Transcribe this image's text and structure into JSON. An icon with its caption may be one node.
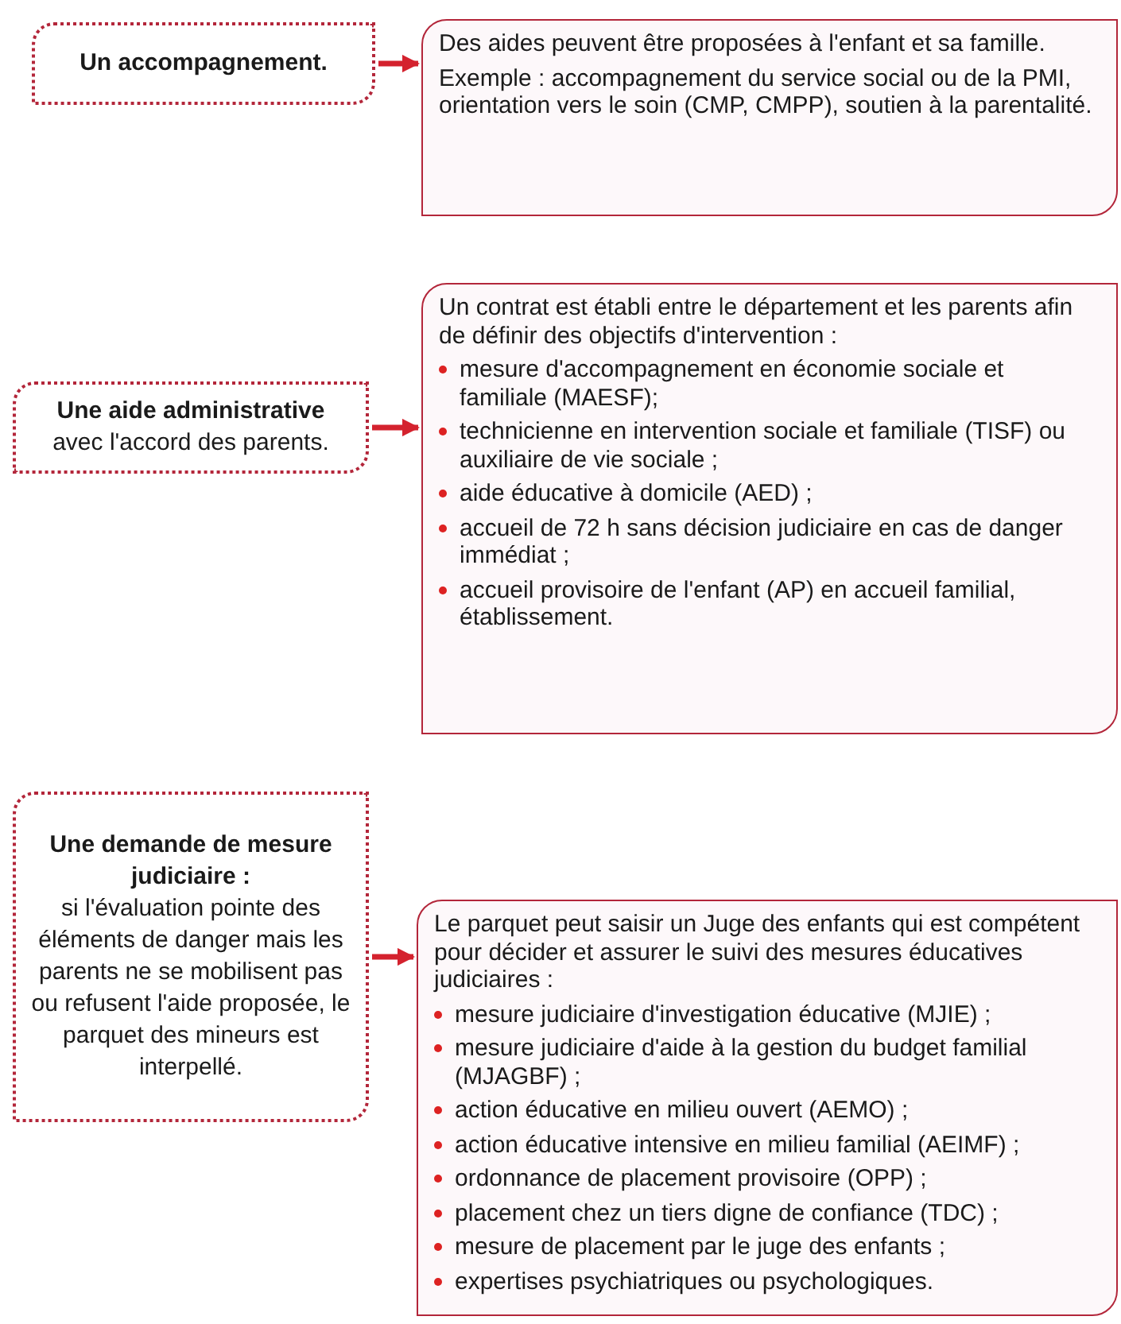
{
  "diagram": {
    "nodes": [
      {
        "text": [
          "Un accompagnement."
        ]
      },
      {
        "text": [
          "Des aides peuvent être proposées à l'enfant et sa famille.",
          "Exemple : accompagnement du service social ou de la PMI, orientation vers le soin (CMP, CMPP), soutien à la parentalité."
        ]
      },
      {
        "text": [
          "Une aide administrative",
          "avec l'accord des parents."
        ]
      },
      {
        "text": [
          "Un contrat est établi entre le département et les parents afin de définir des objectifs d'intervention :",
          "mesure d'accompagnement en économie sociale et familiale (MAESF);",
          "technicienne en intervention sociale et familiale (TISF) ou auxiliaire de vie sociale ;",
          "aide éducative à domicile (AED) ;",
          "accueil de 72 h sans décision judiciaire en cas de danger immédiat ;",
          "accueil provisoire de l'enfant (AP) en accueil familial, établissement."
        ]
      },
      {
        "text": [
          "Une demande de mesure judiciaire :",
          "si l'évaluation pointe des éléments de danger mais les parents ne se mobilisent pas ou refusent l'aide proposée, le parquet des mineurs est interpellé."
        ]
      },
      {
        "text": [
          "Le parquet peut saisir un Juge des enfants qui est compétent pour décider et assurer le suivi des mesures éducatives judiciaires :",
          "mesure judiciaire d'investigation éducative (MJIE) ;",
          "mesure judiciaire d'aide à la gestion du budget familial (MJAGBF) ;",
          "action éducative en milieu ouvert (AEMO) ;",
          "action éducative intensive en milieu familial (AEIMF) ;",
          "ordonnance de placement provisoire (OPP) ;",
          "placement chez un tiers digne de confiance (TDC) ;",
          "mesure de placement par le juge des enfants ;",
          "expertises psychiatriques ou psychologiques."
        ]
      }
    ],
    "edges": [
      {
        "from": 0,
        "to": 1,
        "arrow": "to"
      },
      {
        "from": 2,
        "to": 3,
        "arrow": "to"
      },
      {
        "from": 4,
        "to": 5,
        "arrow": "to"
      }
    ]
  }
}
